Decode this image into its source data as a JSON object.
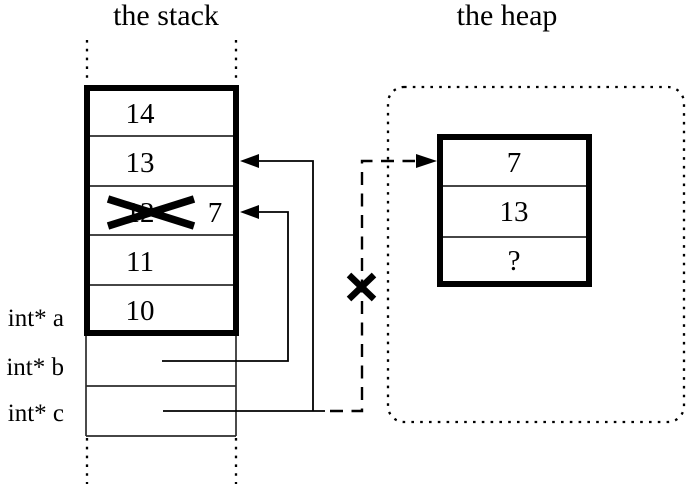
{
  "colors": {
    "ink": "#000000",
    "background": "#ffffff"
  },
  "stack_panel": {
    "title": "the stack",
    "cells": [
      {
        "value": "14"
      },
      {
        "value": "13"
      },
      {
        "value": "12",
        "crossed_out": true,
        "overwritten_by": "7"
      },
      {
        "value": "11"
      },
      {
        "value": "10"
      }
    ],
    "labels": [
      {
        "text": "int* a"
      },
      {
        "text": "int* b"
      },
      {
        "text": "int* c"
      }
    ]
  },
  "heap_panel": {
    "title": "the heap",
    "cells": [
      {
        "value": "7"
      },
      {
        "value": "13"
      },
      {
        "value": "?"
      }
    ]
  }
}
